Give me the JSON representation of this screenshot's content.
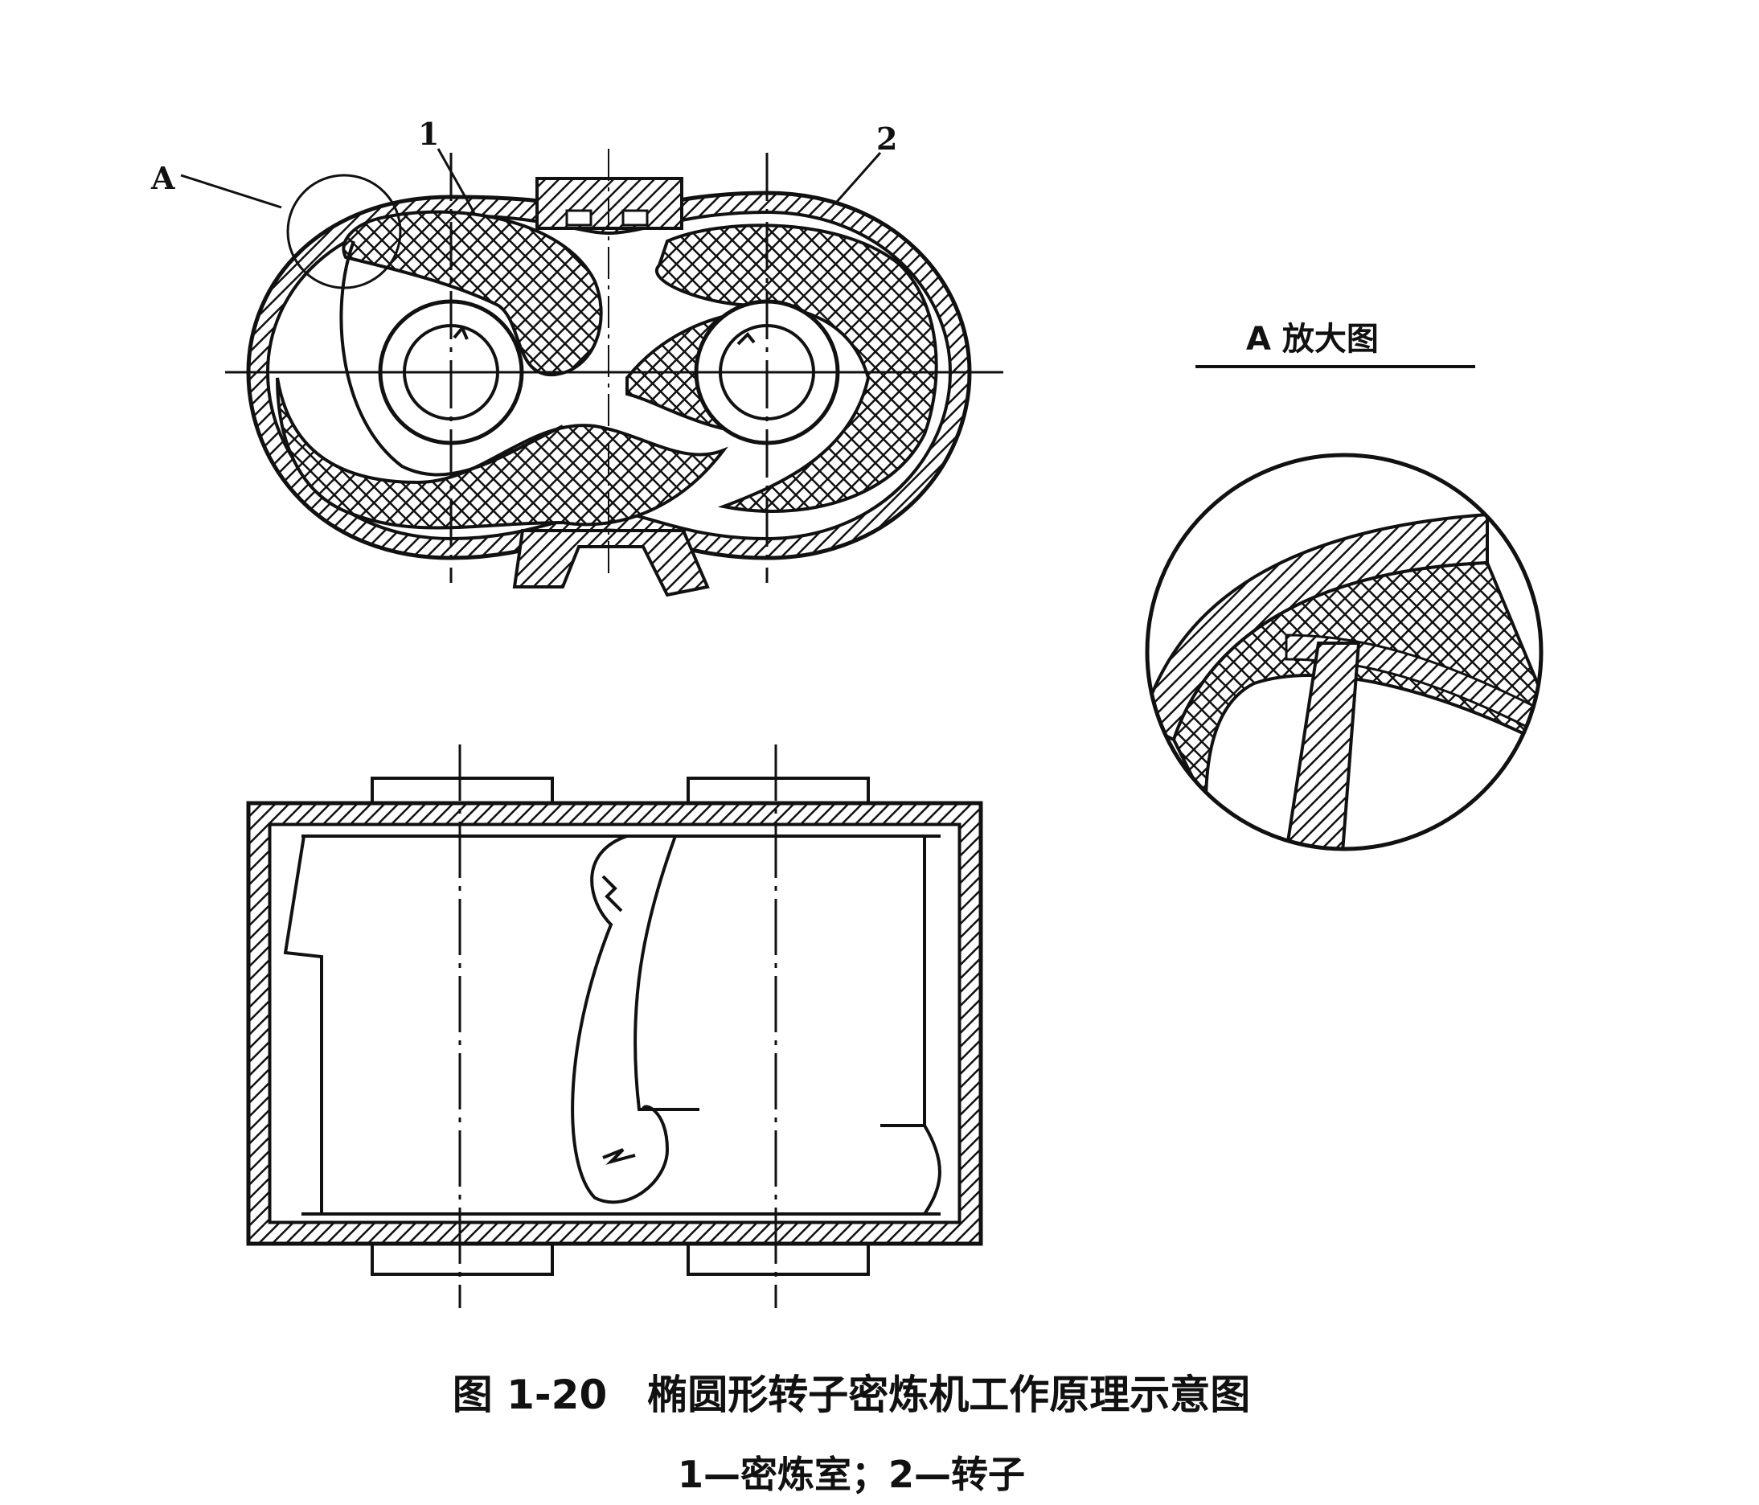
{
  "figure": {
    "labels": {
      "a": "A",
      "one": "1",
      "two": "2"
    },
    "detail_title": "A 放大图",
    "caption": "图 1-20　椭圆形转子密炼机工作原理示意图",
    "legend": "1—密炼室；2—转子"
  }
}
